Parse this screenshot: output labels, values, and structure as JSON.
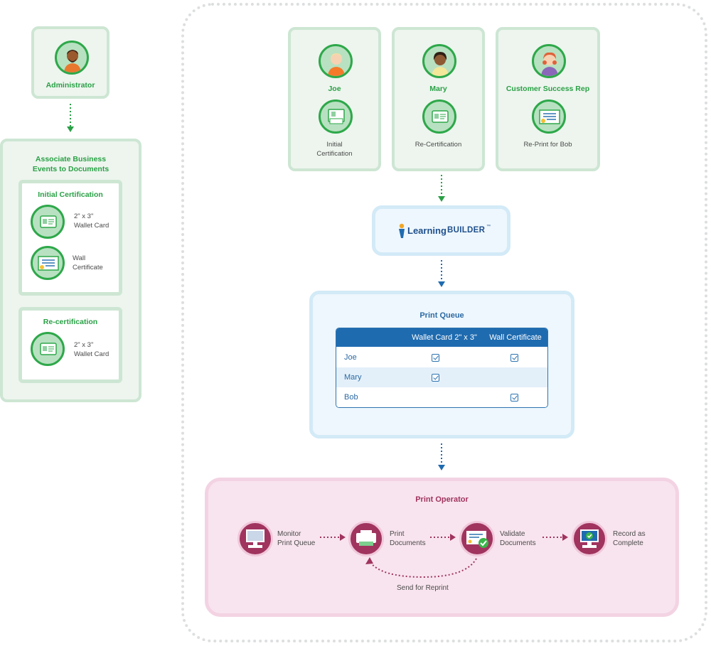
{
  "administrator": {
    "label": "Administrator"
  },
  "associate": {
    "title_line1": "Associate Business",
    "title_line2": "Events to Documents",
    "initial": {
      "title": "Initial Certification",
      "items": [
        {
          "line1": "2\" x 3\"",
          "line2": "Wallet Card"
        },
        {
          "line1": "Wall",
          "line2": "Certificate"
        }
      ]
    },
    "recert": {
      "title": "Re-certification",
      "items": [
        {
          "line1": "2\" x 3\"",
          "line2": "Wallet Card"
        }
      ]
    }
  },
  "people": [
    {
      "name": "Joe",
      "action_line1": "Initial",
      "action_line2": "Certification"
    },
    {
      "name": "Mary",
      "action_line1": "Re-Certification",
      "action_line2": ""
    },
    {
      "name": "Customer Success Rep",
      "action_line1": "Re-Print for Bob",
      "action_line2": ""
    }
  ],
  "logo": {
    "part1": "Learning",
    "part2": "BUILDER",
    "tm": "™"
  },
  "print_queue": {
    "title": "Print Queue",
    "columns": [
      "",
      "Wallet Card 2\" x 3\"",
      "Wall Certificate"
    ],
    "rows": [
      {
        "name": "Joe",
        "wallet": true,
        "wall": true
      },
      {
        "name": "Mary",
        "wallet": true,
        "wall": false
      },
      {
        "name": "Bob",
        "wallet": false,
        "wall": true
      }
    ]
  },
  "print_operator": {
    "title": "Print Operator",
    "steps": [
      {
        "line1": "Monitor",
        "line2": "Print Queue"
      },
      {
        "line1": "Print",
        "line2": "Documents"
      },
      {
        "line1": "Validate",
        "line2": "Documents"
      },
      {
        "line1": "Record as",
        "line2": "Complete"
      }
    ],
    "loop_label": "Send for Reprint"
  },
  "colors": {
    "green": "#2aa046",
    "blue": "#1f6bb0",
    "magenta": "#a0345f"
  }
}
